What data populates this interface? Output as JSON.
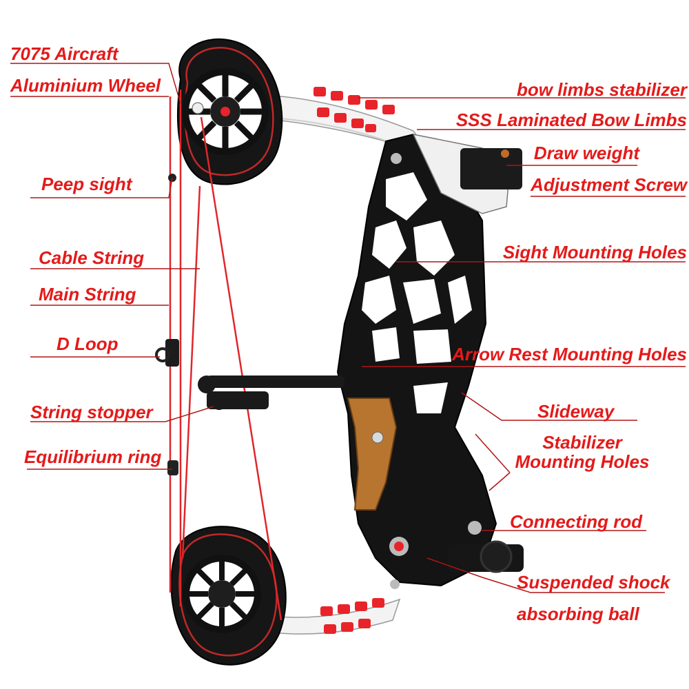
{
  "colors": {
    "label": "#e41a1a",
    "leader": "#b01515",
    "riser": "#141414",
    "limb": "#f2f2f2",
    "string": "#e0262b",
    "damper": "#e8242a",
    "grip": "#b8752f"
  },
  "labels": {
    "aluminium_wheel_line1": "7075 Aircraft",
    "aluminium_wheel_line2": "Aluminium Wheel",
    "peep_sight": "Peep sight",
    "cable_string": "Cable String",
    "main_string": "Main String",
    "d_loop": "D Loop",
    "string_stopper": "String stopper",
    "equilibrium_ring": "Equilibrium ring",
    "bow_limbs_stabilizer": "bow limbs stabilizer",
    "laminated_limbs": "SSS Laminated Bow Limbs",
    "draw_weight": "Draw weight",
    "adjustment_screw": "Adjustment Screw",
    "sight_mounting_holes": "Sight Mounting Holes",
    "arrow_rest_mounting_holes": "Arrow Rest Mounting Holes",
    "slideway": "Slideway",
    "stabilizer_line1": "Stabilizer",
    "stabilizer_line2": "Mounting Holes",
    "connecting_rod": "Connecting rod",
    "shock_ball_line1": "Suspended shock",
    "shock_ball_line2": "absorbing ball"
  },
  "icons": {
    "upper_cam": "cam-wheel-icon",
    "lower_cam": "cam-wheel-icon",
    "riser": "bow-riser-icon",
    "grip": "wooden-grip-icon"
  }
}
